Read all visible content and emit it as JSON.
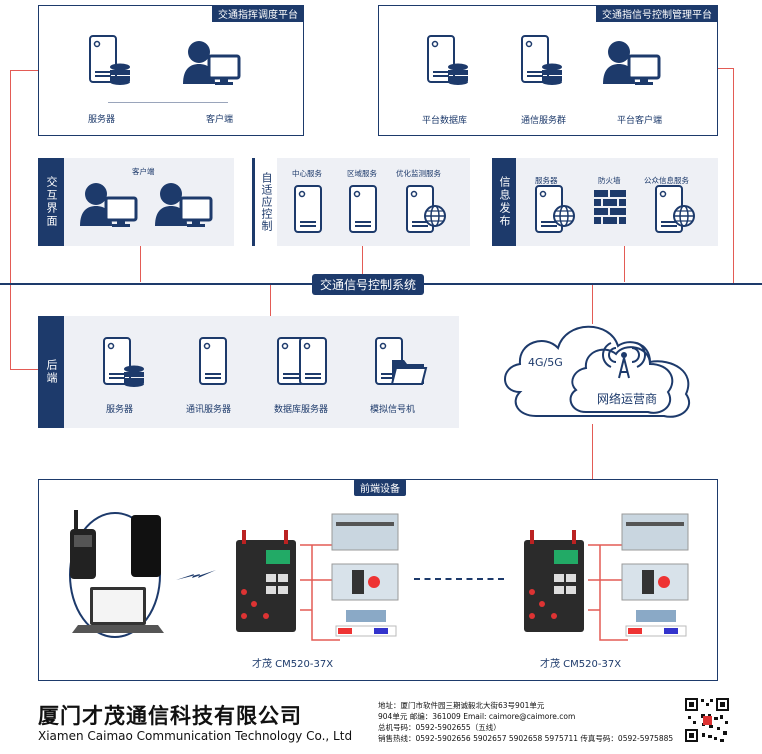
{
  "top_left": {
    "title": "交通指挥调度平台",
    "labels": [
      "服务器",
      "客户端"
    ]
  },
  "top_right": {
    "title": "交通指信号控制管理平台",
    "labels": [
      "平台数据库",
      "通信服务群",
      "平台客户端"
    ]
  },
  "interaction": {
    "side": "交互界面",
    "header": "客户端"
  },
  "adaptive": {
    "side": "自适应控制",
    "labels": [
      "中心服务",
      "区域服务",
      "优化监测服务"
    ]
  },
  "publish": {
    "side": "信息发布",
    "labels": [
      "服务器",
      "防火墙",
      "公众信息服务"
    ]
  },
  "system_bar": "交通信号控制系统",
  "backend": {
    "side": "后端",
    "labels": [
      "服务器",
      "通讯服务器",
      "数据库服务器",
      "模拟信号机"
    ]
  },
  "cloud": {
    "left": "4G/5G",
    "right": "网络运营商"
  },
  "front": {
    "title": "前端设备",
    "router_label_1": "才茂 CM520-37X",
    "router_label_2": "才茂 CM520-37X"
  },
  "footer": {
    "company_cn": "厦门才茂通信科技有限公司",
    "company_en": "Xiamen Caimao Communication Technology Co., Ltd",
    "contact": [
      "地址：厦门市软件园三期诚毅北大街63号901单元",
      "904单元 邮编：361009 Email: caimore@caimore.com",
      "总机号码：0592-5902655（五线）",
      "销售热线：0592-5902656 5902657 5902658 5975711 传真号码：0592-5975885"
    ]
  },
  "colors": {
    "navy": "#1d3a6b",
    "red": "#e35b55",
    "panel": "#eef0f5"
  }
}
